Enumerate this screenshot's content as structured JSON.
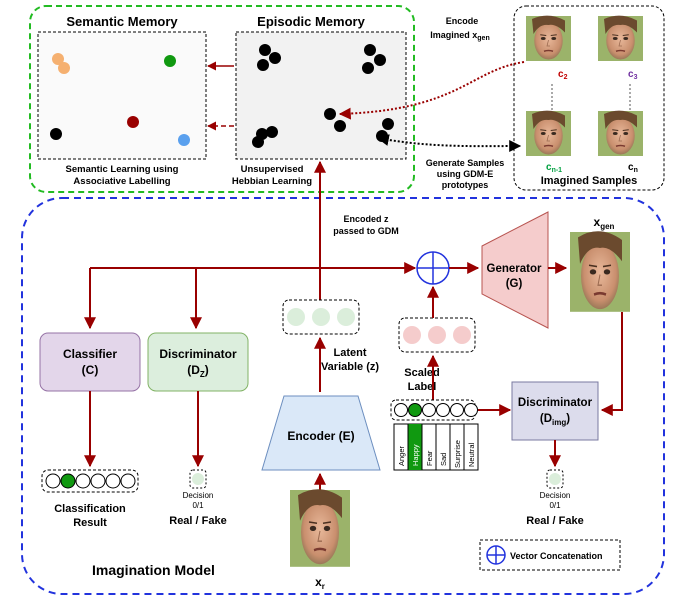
{
  "semantic": {
    "title": "Semantic Memory",
    "caption_1": "Semantic Learning using",
    "caption_2": "Associative Labelling"
  },
  "episodic": {
    "title": "Episodic Memory",
    "caption_1": "Unsupervised",
    "caption_2": "Hebbian Learning"
  },
  "imagined": {
    "title": "Imagined Samples",
    "labels": [
      "c",
      "c",
      "c",
      "c"
    ],
    "subs": [
      "2",
      "3",
      "n-1",
      "n"
    ],
    "label_colors": [
      "#c00000",
      "#7030a0",
      "#00a040",
      "#000000"
    ]
  },
  "annotations": {
    "encode_line1": "Encode",
    "encode_line2": "Imagined x",
    "encode_sub": "gen",
    "generate_1": "Generate Samples",
    "generate_2": "using GDM-E",
    "generate_3": "prototypes",
    "encoded_1": "Encoded z",
    "encoded_2": "passed to GDM"
  },
  "model": {
    "title": "Imagination Model",
    "classifier_1": "Classifier",
    "classifier_2": "(C)",
    "discz_1": "Discriminator",
    "discz_2": "(D",
    "discz_sub": "Z",
    "discz_3": ")",
    "encoder": "Encoder (E)",
    "latent_1": "Latent",
    "latent_2": "Variable (z)",
    "scaled_1": "Scaled",
    "scaled_2": "Label",
    "generator_1": "Generator",
    "generator_2": "(G)",
    "xgen": "x",
    "xgen_sub": "gen",
    "discimg_1": "Discriminator",
    "discimg_2": "(D",
    "discimg_sub": "img",
    "discimg_3": ")",
    "class_result_1": "Classification",
    "class_result_2": "Result",
    "decision_1": "Decision",
    "decision_2": "0/1",
    "realfake": "Real / Fake",
    "xr": "x",
    "xr_sub": "r",
    "emotions": [
      "Anger",
      "Happy",
      "Fear",
      "Sad",
      "Surprise",
      "Neutral"
    ],
    "legend": "Vector Concatenation"
  },
  "colors": {
    "green_dash": "#22bb22",
    "blue_dash": "#2233dd",
    "arrow": "#990000",
    "classifier_fill": "#e3d6ea",
    "discz_fill": "#dceedd",
    "encoder_fill": "#dae8f8",
    "generator_fill": "#f5cccc",
    "discimg_fill": "#dcdcec"
  }
}
